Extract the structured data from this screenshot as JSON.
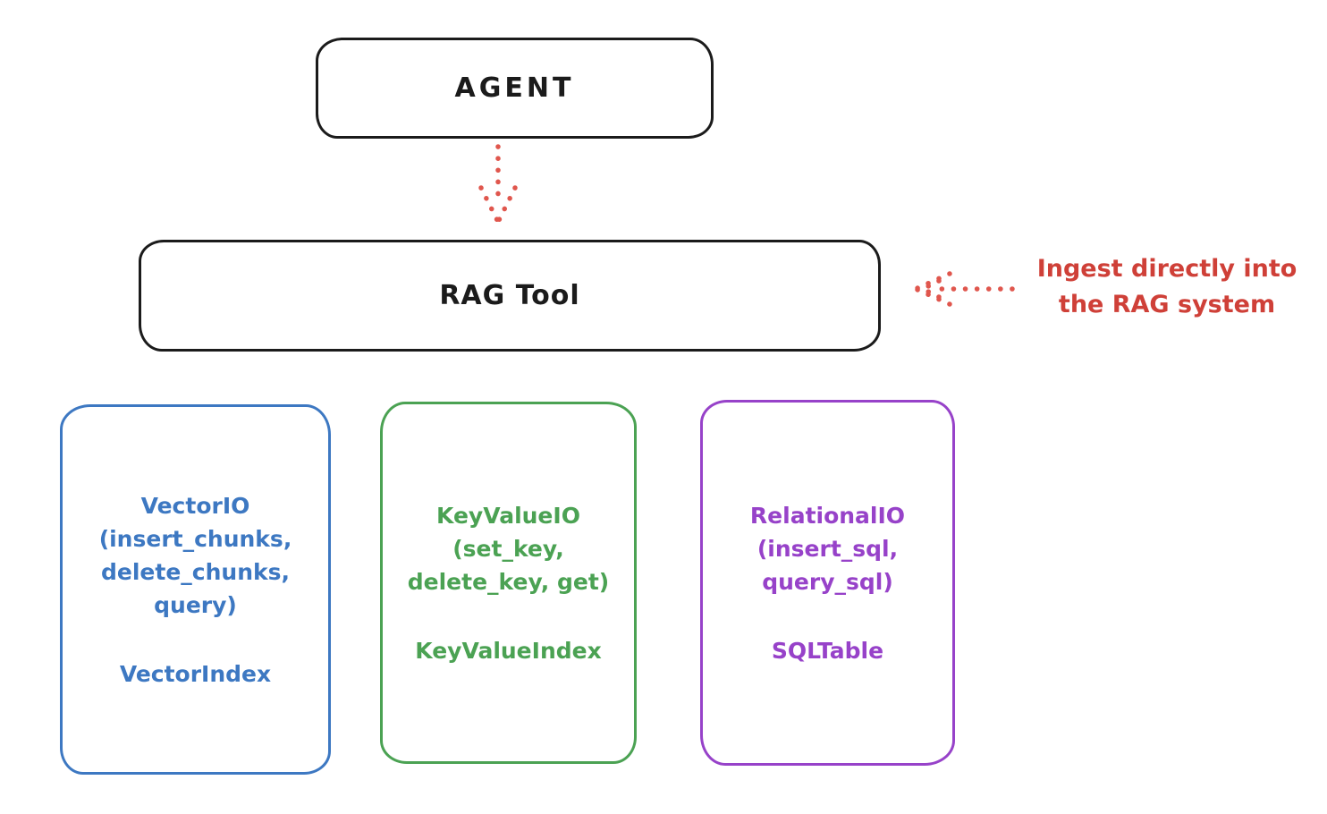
{
  "colors": {
    "ink": "#1b1b1b",
    "red_text": "#cf4038",
    "red_arrow": "#e0564d",
    "blue": "#3d78c2",
    "green": "#4ba253",
    "purple": "#9742c9",
    "background": "#ffffff"
  },
  "nodes": {
    "agent": {
      "label": "AGENT"
    },
    "rag_tool": {
      "label": "RAG Tool"
    }
  },
  "annotation": {
    "text": "Ingest directly into\nthe RAG system"
  },
  "icons": {
    "down_arrow": "dotted-down-arrow",
    "left_arrow": "dotted-left-arrow"
  },
  "io_boxes": [
    {
      "title": "VectorIO",
      "methods": "(insert_chunks,\ndelete_chunks,\nquery)",
      "index_label": "VectorIndex",
      "color": "#3d78c2"
    },
    {
      "title": "KeyValueIO",
      "methods": "(set_key,\ndelete_key, get)",
      "index_label": "KeyValueIndex",
      "color": "#4ba253"
    },
    {
      "title": "RelationalIO",
      "methods": "(insert_sql,\nquery_sql)",
      "index_label": "SQLTable",
      "color": "#9742c9"
    }
  ]
}
